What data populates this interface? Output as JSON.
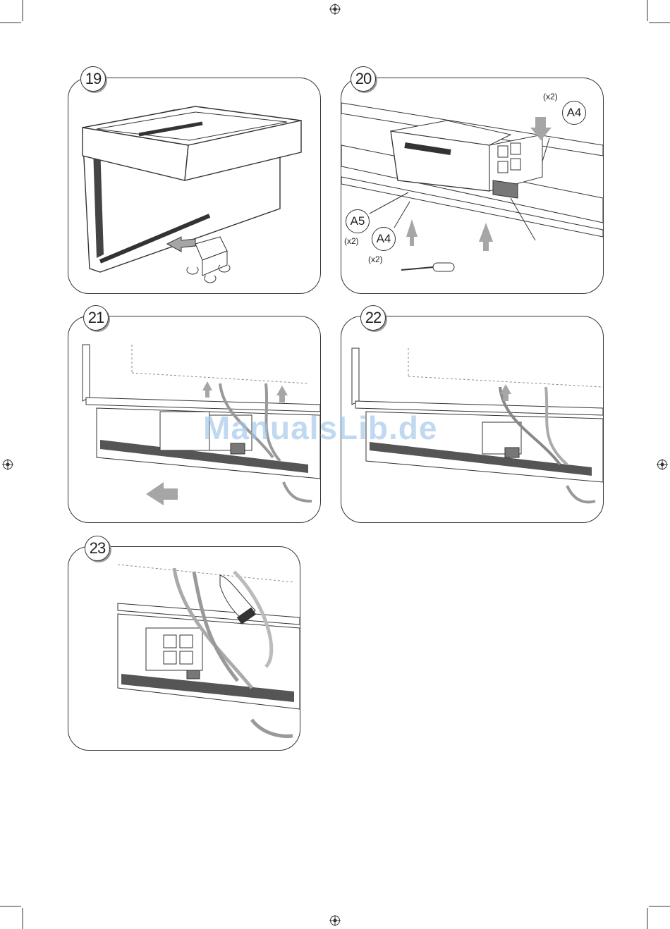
{
  "steps": [
    {
      "number": "19"
    },
    {
      "number": "20",
      "parts": [
        {
          "label": "A4",
          "quantity": "(x2)"
        },
        {
          "label": "A5",
          "quantity": "(x2)"
        },
        {
          "label": "A4",
          "quantity": "(x2)"
        }
      ]
    },
    {
      "number": "21"
    },
    {
      "number": "22"
    },
    {
      "number": "23"
    }
  ],
  "watermark": "ManualsLib.de",
  "colors": {
    "line": "#333333",
    "arrow": "#a6a6a6",
    "device": "#ffffff",
    "cable": "#999999",
    "watermark": "#9fc6ea"
  }
}
